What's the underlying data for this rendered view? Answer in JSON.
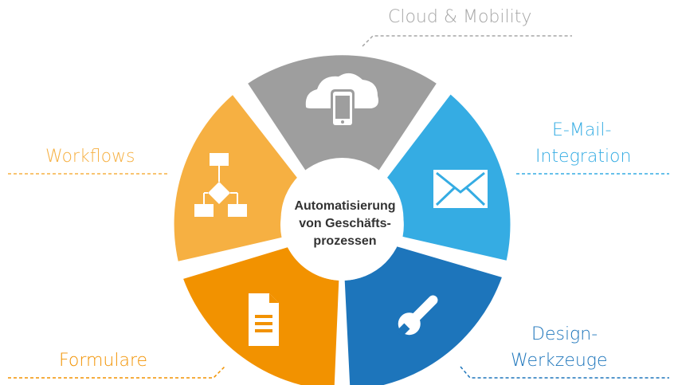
{
  "center": {
    "line1": "Automatisierung",
    "line2": "von Geschäfts-",
    "line3": "prozessen"
  },
  "labels": {
    "cloud": "Cloud & Mobility",
    "email_line1": "E-Mail-",
    "email_line2": "Integration",
    "workflows": "Workflows",
    "formulare": "Formulare",
    "design_line1": "Design-",
    "design_line2": "Werkzeuge"
  },
  "segments": [
    {
      "name": "cloud-mobility",
      "color": "#9e9e9e",
      "icon": "cloud-mobile-icon"
    },
    {
      "name": "email-integration",
      "color": "#35ace3",
      "icon": "envelope-icon"
    },
    {
      "name": "design-werkzeuge",
      "color": "#1d75bb",
      "icon": "wrench-icon"
    },
    {
      "name": "formulare",
      "color": "#f29200",
      "icon": "document-icon"
    },
    {
      "name": "workflows",
      "color": "#f6b042",
      "icon": "flowchart-icon"
    }
  ],
  "colors": {
    "gray": "#a6a6a6",
    "orange_light": "#f6b042",
    "orange": "#f29200",
    "blue_light": "#35ace3",
    "blue": "#1d75bb",
    "center_text": "#333333"
  }
}
